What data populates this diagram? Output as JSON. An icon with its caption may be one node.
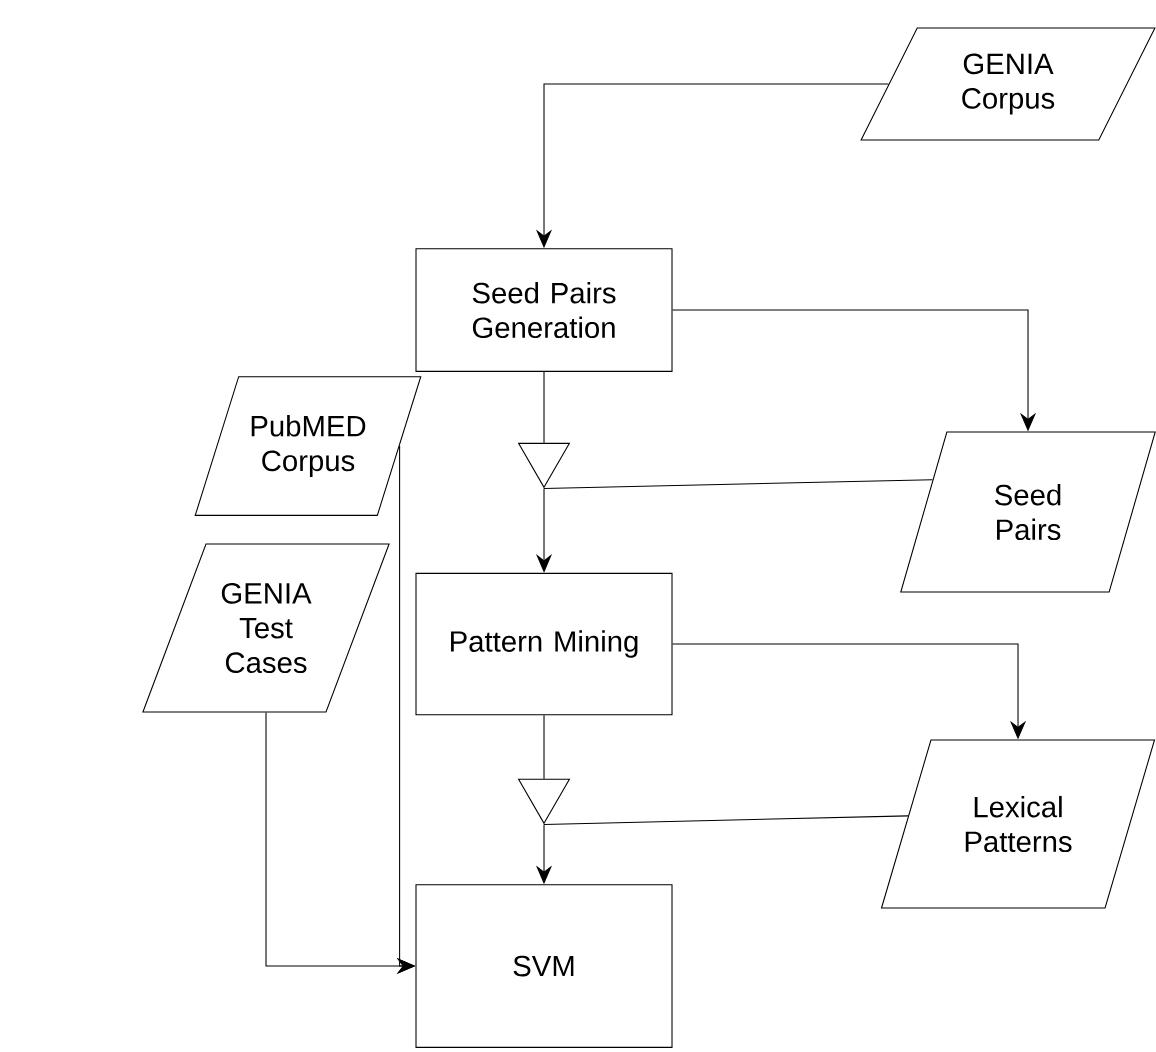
{
  "diagram": {
    "nodes": [
      {
        "text": [
          "GENIA Corpus"
        ]
      },
      {
        "text": [
          "Seed Pairs Generation"
        ]
      },
      {
        "text": [
          "PubMED Corpus"
        ]
      },
      {
        "text": [
          "Seed Pairs"
        ]
      },
      {
        "text": [],
        "shape": "triangle"
      },
      {
        "text": [
          "GENIA Test Cases"
        ]
      },
      {
        "text": [
          "Pattern Mining"
        ]
      },
      {
        "text": [
          "Lexical Patterns"
        ]
      },
      {
        "text": [],
        "shape": "triangle"
      },
      {
        "text": [
          "SVM"
        ]
      }
    ],
    "edges": [
      {
        "from": 0,
        "to": 1,
        "arrow": "to"
      },
      {
        "from": 1,
        "to": 3,
        "arrow": "to"
      },
      {
        "from": 1,
        "to": 4,
        "arrow": "none"
      },
      {
        "from": 3,
        "to": 4,
        "arrow": "none"
      },
      {
        "from": 4,
        "to": 6,
        "arrow": "to"
      },
      {
        "from": 6,
        "to": 7,
        "arrow": "to"
      },
      {
        "from": 6,
        "to": 8,
        "arrow": "none"
      },
      {
        "from": 7,
        "to": 8,
        "arrow": "none"
      },
      {
        "from": 8,
        "to": 9,
        "arrow": "to"
      },
      {
        "from": 2,
        "to": 9,
        "arrow": "to"
      },
      {
        "from": 5,
        "to": 9,
        "arrow": "to"
      }
    ]
  }
}
